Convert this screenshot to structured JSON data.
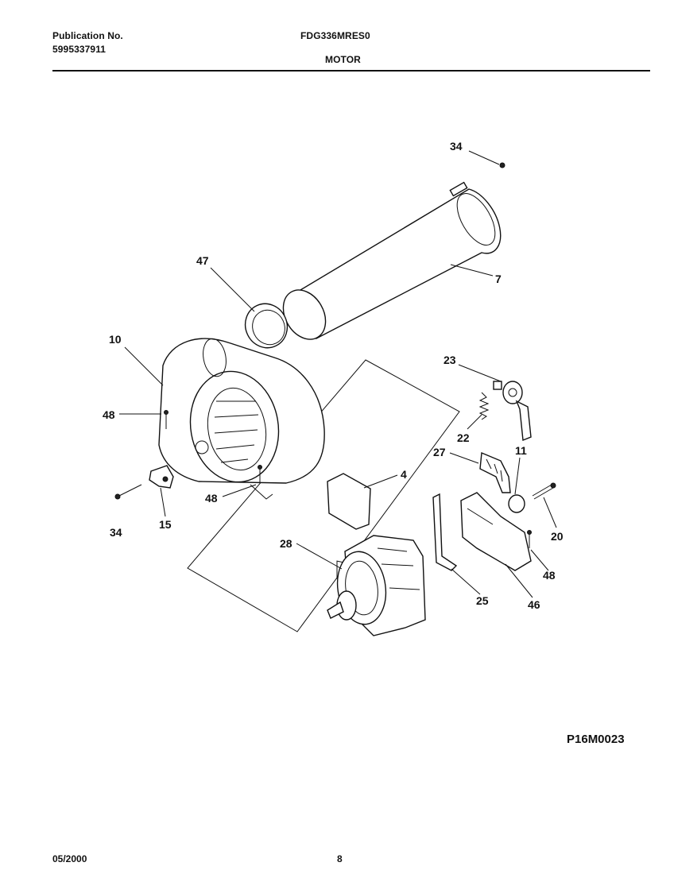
{
  "header": {
    "publication_label": "Publication No.",
    "publication_number": "5995337911",
    "model": "FDG336MRES0",
    "section": "MOTOR"
  },
  "diagram": {
    "code": "P16M0023",
    "callouts": {
      "c34_top": "34",
      "c7": "7",
      "c47": "47",
      "c10": "10",
      "c23": "23",
      "c48_left": "48",
      "c22": "22",
      "c27": "27",
      "c11": "11",
      "c4": "4",
      "c48_mid": "48",
      "c34_left": "34",
      "c15": "15",
      "c20": "20",
      "c28": "28",
      "c48_right": "48",
      "c25": "25",
      "c46": "46"
    }
  },
  "footer": {
    "date": "05/2000",
    "page": "8"
  }
}
